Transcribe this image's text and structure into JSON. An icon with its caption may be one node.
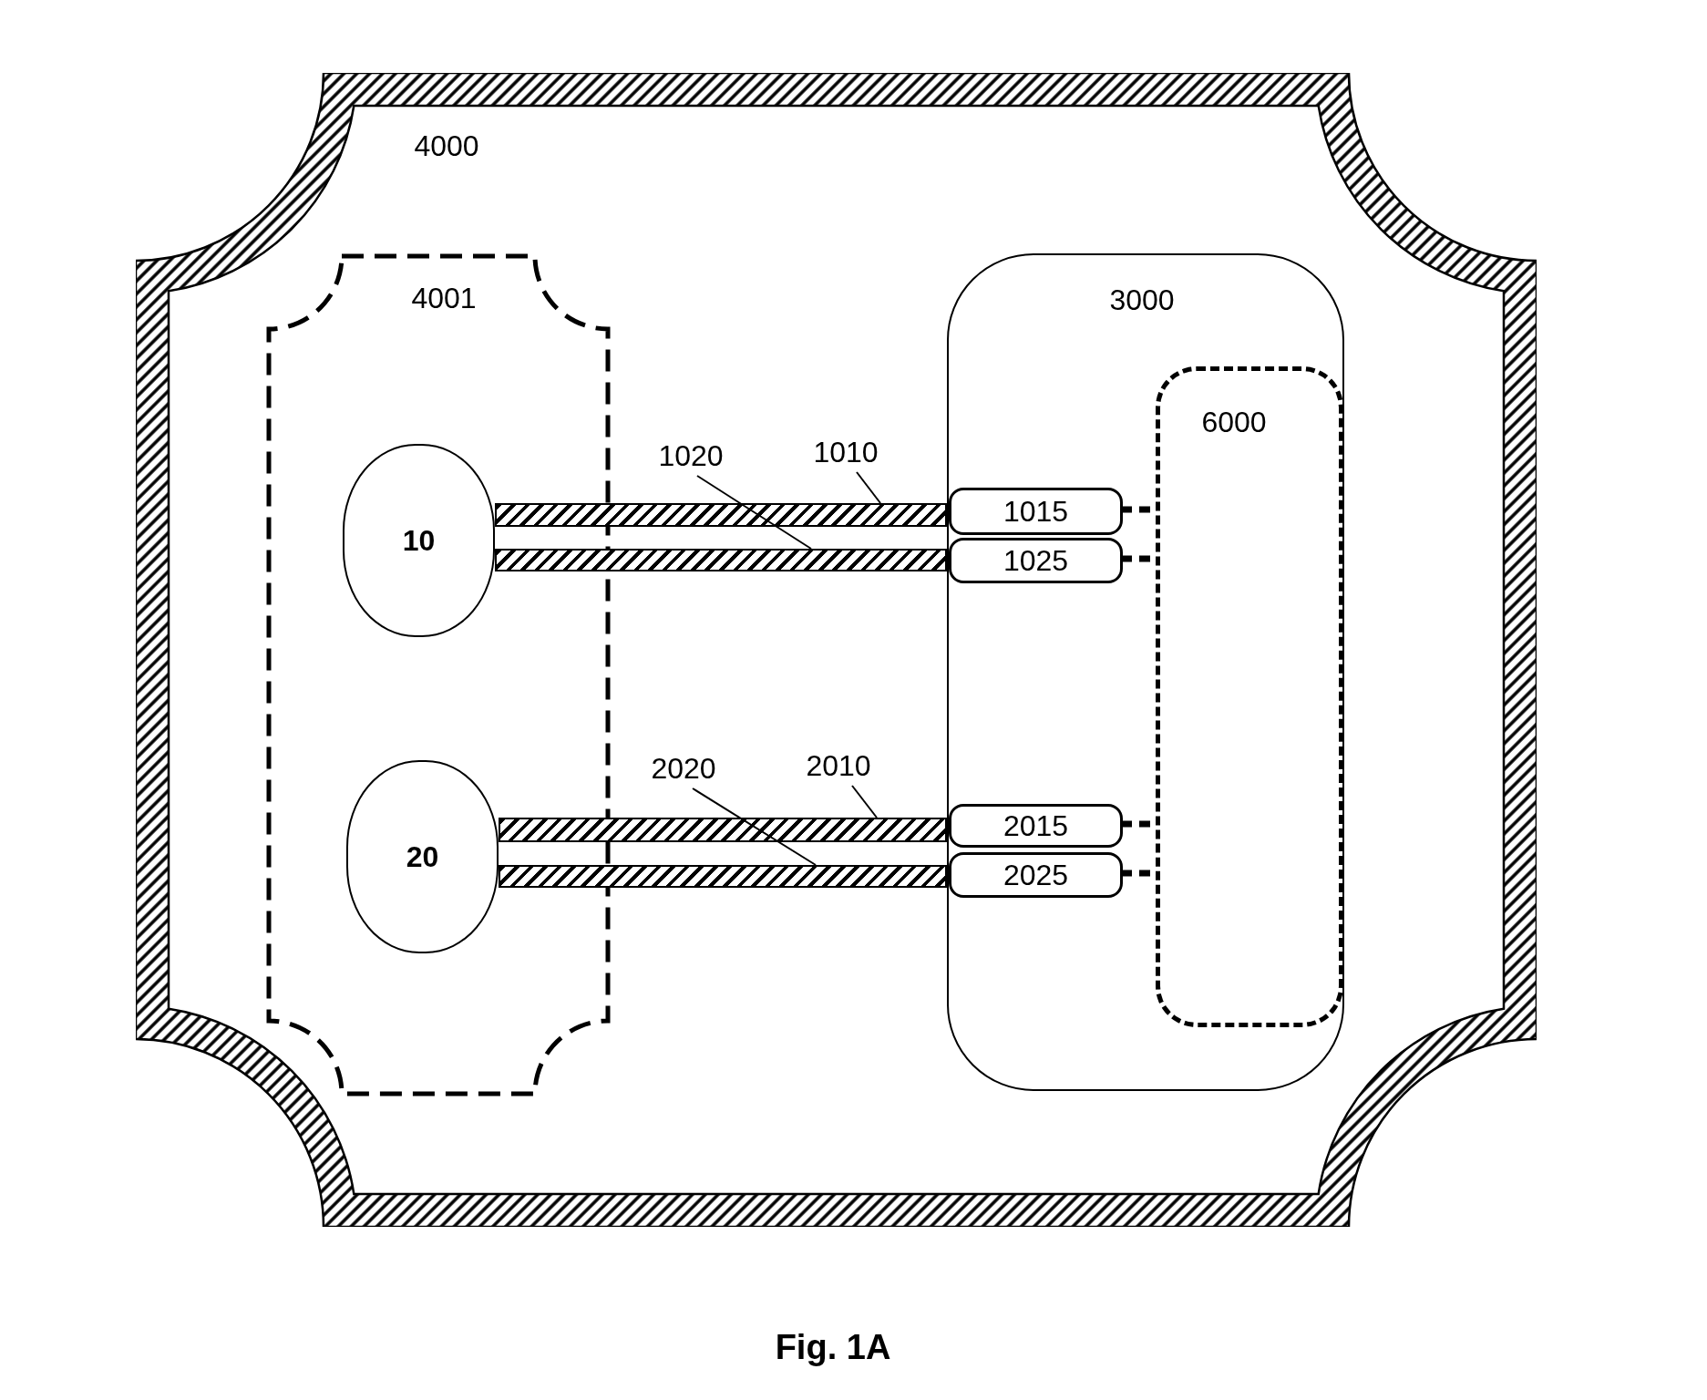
{
  "diagram": {
    "caption": "Fig. 1A",
    "nodes": [
      {
        "text": [
          "4000"
        ]
      },
      {
        "text": [
          "4001"
        ],
        "in": 0
      },
      {
        "text": [
          "10"
        ],
        "in": 1
      },
      {
        "text": [
          "20"
        ],
        "in": 1
      },
      {
        "text": [
          "3000"
        ],
        "in": 0
      },
      {
        "text": [
          "6000"
        ],
        "in": 4
      },
      {
        "text": [
          "1015"
        ],
        "in": 4
      },
      {
        "text": [
          "1025"
        ],
        "in": 4
      },
      {
        "text": [
          "2015"
        ],
        "in": 4
      },
      {
        "text": [
          "2025"
        ],
        "in": 4
      },
      {
        "text": [],
        "shape": "bar",
        "in": 0
      },
      {
        "text": [],
        "shape": "bar",
        "in": 0
      },
      {
        "text": [],
        "shape": "bar",
        "in": 0
      },
      {
        "text": [],
        "shape": "bar",
        "in": 0
      },
      {
        "text": [
          "1020"
        ],
        "in": 0
      },
      {
        "text": [
          "1010"
        ],
        "in": 0
      },
      {
        "text": [
          "2020"
        ],
        "in": 0
      },
      {
        "text": [
          "2010"
        ],
        "in": 0
      }
    ],
    "edges": [
      {
        "from": 6,
        "to": 5,
        "arrow": "none",
        "style": "dashed"
      },
      {
        "from": 7,
        "to": 5,
        "arrow": "none",
        "style": "dashed"
      },
      {
        "from": 8,
        "to": 5,
        "arrow": "none",
        "style": "dashed"
      },
      {
        "from": 9,
        "to": 5,
        "arrow": "none",
        "style": "dashed"
      },
      {
        "from": 15,
        "to": 10,
        "arrow": "none"
      },
      {
        "from": 14,
        "to": 11,
        "arrow": "none"
      },
      {
        "from": 17,
        "to": 12,
        "arrow": "none"
      },
      {
        "from": 16,
        "to": 13,
        "arrow": "none"
      }
    ]
  }
}
